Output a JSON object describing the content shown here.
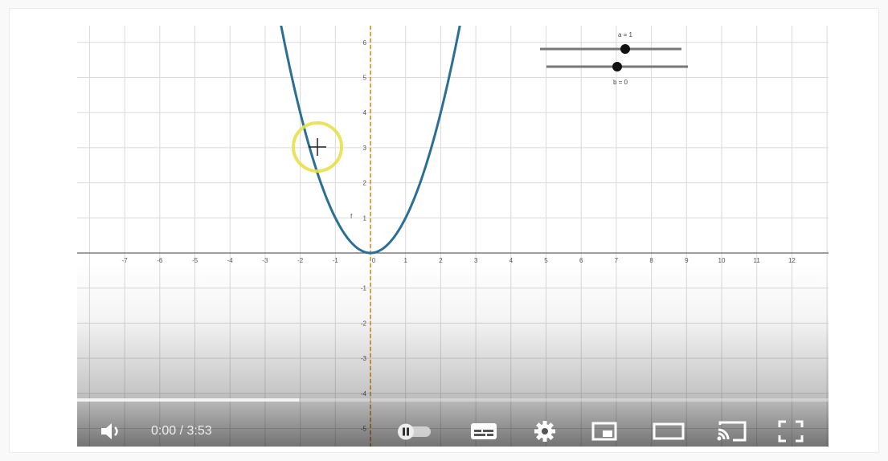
{
  "player": {
    "time_current": "0:00",
    "time_separator": " / ",
    "time_total": "3:53",
    "progress_fraction": 0.295,
    "autoplay_on": false
  },
  "graph": {
    "x_ticks": [
      "-7",
      "-6",
      "-5",
      "-4",
      "-3",
      "-2",
      "-1",
      "0",
      "1",
      "2",
      "3",
      "4",
      "5",
      "6",
      "7",
      "8",
      "9",
      "10",
      "11",
      "12"
    ],
    "y_ticks_pos": [
      "1",
      "2",
      "3",
      "4",
      "5",
      "6"
    ],
    "y_ticks_neg": [
      "-1",
      "-2",
      "-3",
      "-4",
      "-5"
    ],
    "curve_color": "#2b6f96",
    "axis_color": "#d2851a",
    "function": "y = a*x^2 + b*x",
    "slider_a_label": "a = 1",
    "slider_b_label": "b = 0",
    "y_axis_marker": "f"
  },
  "icons": {
    "volume": "volume-icon",
    "autoplay": "autoplay-toggle-icon",
    "subtitles": "subtitles-icon",
    "settings": "gear-icon",
    "miniplayer": "miniplayer-icon",
    "theater": "theater-mode-icon",
    "cast": "cast-icon",
    "fullscreen": "fullscreen-icon"
  }
}
